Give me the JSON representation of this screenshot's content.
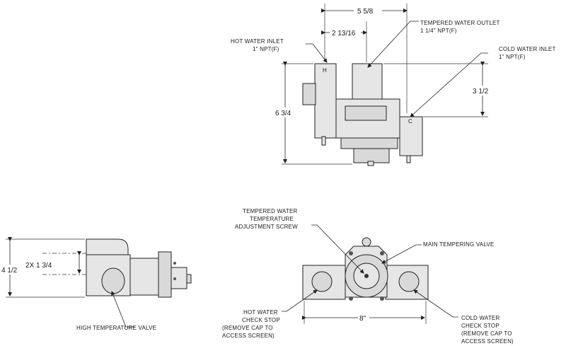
{
  "top_view": {
    "dim_overall_width": "5 5/8",
    "dim_half_width": "2 13/16",
    "dim_height": "6 3/4",
    "dim_outlet_height": "3 1/2",
    "hot_inlet_title": "HOT WATER INLET",
    "hot_inlet_size": "1\" NPT(F)",
    "tempered_outlet_title": "TEMPERED WATER OUTLET",
    "tempered_outlet_size": "1 1/4\" NPT(F)",
    "cold_inlet_title": "COLD WATER INLET",
    "cold_inlet_size": "1\" NPT(F)",
    "hot_mark": "H",
    "cold_mark": "C"
  },
  "side_view": {
    "dim_height": "4 1/2",
    "dim_ports": "2X 1 3/4",
    "high_temp_valve": "HIGH TEMPERATURE VALVE"
  },
  "front_view": {
    "adjust_screw_line1": "TEMPERED WATER",
    "adjust_screw_line2": "TEMPERATURE",
    "adjust_screw_line3": "ADJUSTMENT SCREW",
    "main_valve": "MAIN TEMPERING VALVE",
    "dim_width": "8\"",
    "hot_stop_line1": "HOT WATER",
    "hot_stop_line2": "CHECK STOP",
    "hot_stop_line3": "(REMOVE CAP TO",
    "hot_stop_line4": "ACCESS SCREEN)",
    "cold_stop_line1": "COLD WATER",
    "cold_stop_line2": "CHECK STOP",
    "cold_stop_line3": "(REMOVE CAP TO",
    "cold_stop_line4": "ACCESS SCREEN)"
  }
}
